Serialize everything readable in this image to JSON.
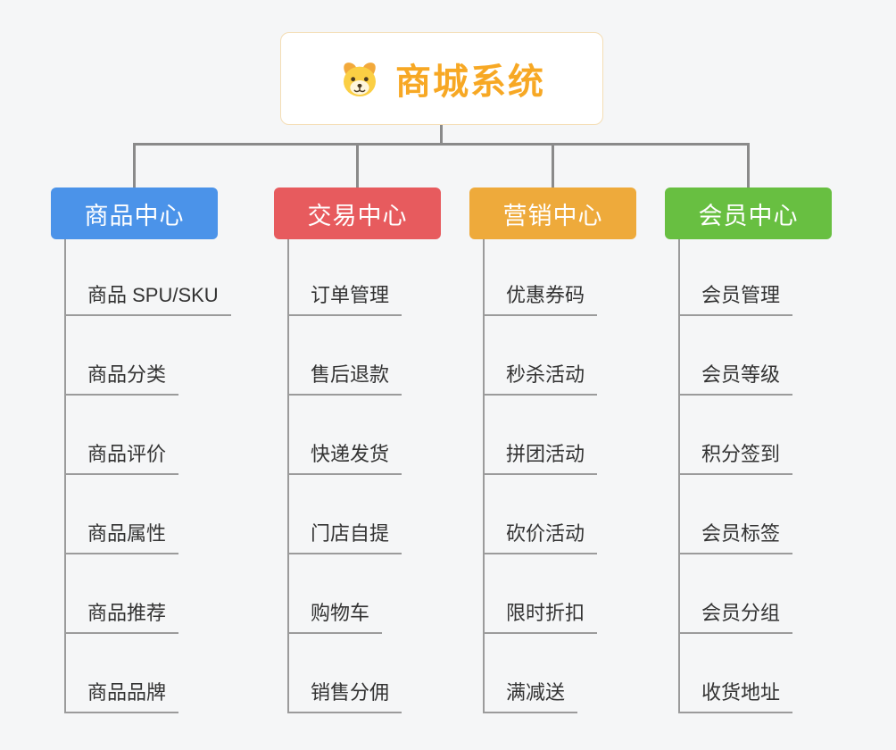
{
  "root": {
    "title": "商城系统",
    "icon": "dog-face"
  },
  "colors": {
    "canvas_bg": "#f5f6f7",
    "root_border": "#f4ddb4",
    "root_title": "#f7a824",
    "trunk_connector": "#8a8a8a",
    "child_connector": "#9b9b9b",
    "item_text": "#333333"
  },
  "branches": [
    {
      "label": "商品中心",
      "color": "#4b93e9",
      "items": [
        "商品 SPU/SKU",
        "商品分类",
        "商品评价",
        "商品属性",
        "商品推荐",
        "商品品牌"
      ]
    },
    {
      "label": "交易中心",
      "color": "#e75b5e",
      "items": [
        "订单管理",
        "售后退款",
        "快递发货",
        "门店自提",
        "购物车",
        "销售分佣"
      ]
    },
    {
      "label": "营销中心",
      "color": "#eeaa3b",
      "items": [
        "优惠券码",
        "秒杀活动",
        "拼团活动",
        "砍价活动",
        "限时折扣",
        "满减送"
      ]
    },
    {
      "label": "会员中心",
      "color": "#68bf41",
      "items": [
        "会员管理",
        "会员等级",
        "积分签到",
        "会员标签",
        "会员分组",
        "收货地址"
      ]
    }
  ]
}
